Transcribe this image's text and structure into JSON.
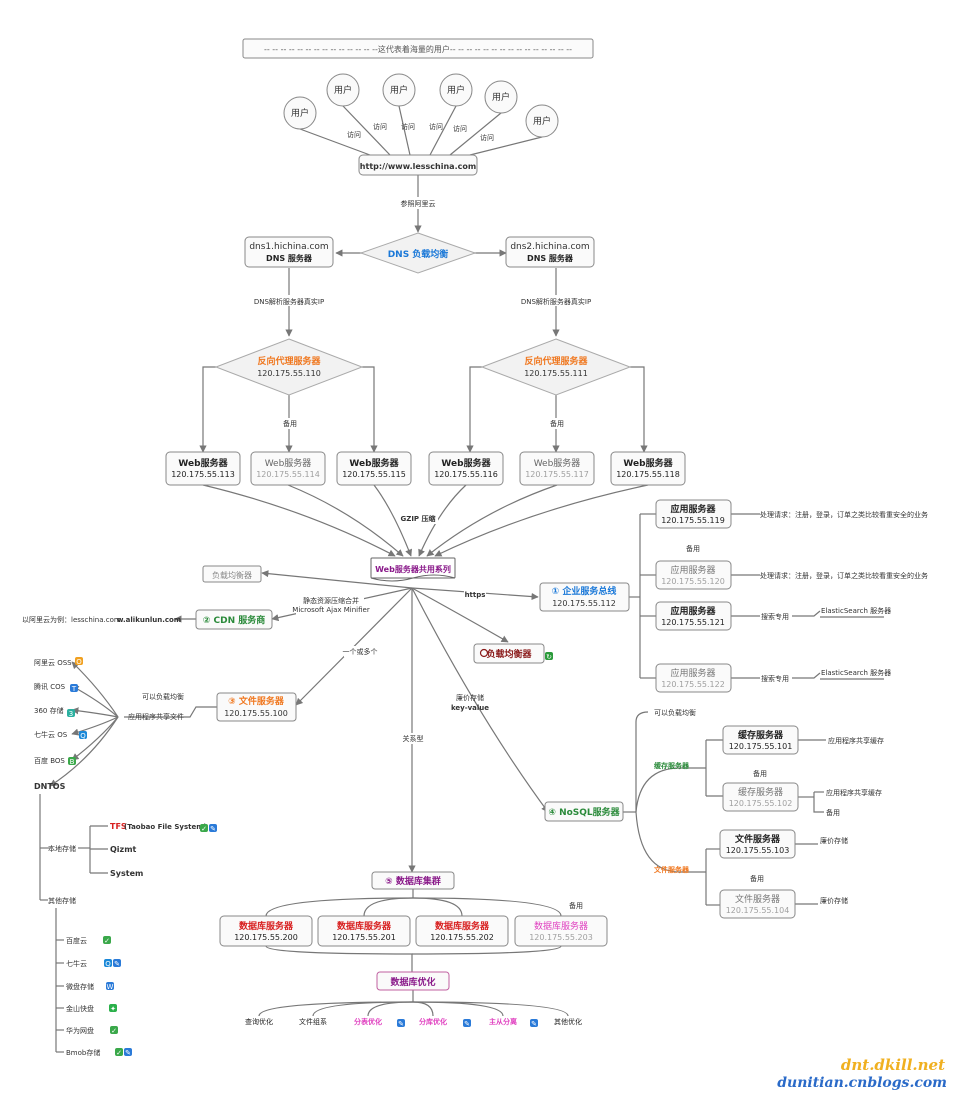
{
  "banner": "-- -- -- -- -- -- -- -- -- -- -- -- -- --这代表着海量的用户-- -- -- -- -- -- -- -- -- -- -- -- -- -- --",
  "user_label": "用户",
  "visit_label": "访问",
  "site_url": "http://www.lesschina.com",
  "aliyun_ref": "参照阿里云",
  "dns_lb": "DNS 负载均衡",
  "dns1": {
    "host": "dns1.hichina.com",
    "name": "DNS 服务器"
  },
  "dns2": {
    "host": "dns2.hichina.com",
    "name": "DNS 服务器"
  },
  "dns_resolve": "DNS解析服务器真实IP",
  "proxy_name": "反向代理服务器",
  "proxy1_ip": "120.175.55.110",
  "proxy2_ip": "120.175.55.111",
  "backup": "备用",
  "web_name": "Web服务器",
  "web_ips": [
    "120.175.55.113",
    "120.175.55.114",
    "120.175.55.115",
    "120.175.55.116",
    "120.175.55.117",
    "120.175.55.118"
  ],
  "gzip": "GZIP 压缩",
  "web_shared": "Web服务器共用系列",
  "lb_gray": "负载均衡器",
  "static_merge": "静态资源压缩合并",
  "ajax_min": "Microsoft Ajax Minifier",
  "cdn_example_pre": "以阿里云为例：lesschina.com.",
  "cdn_example_bold": "w.alikunlun.com",
  "cdn_name": "② CDN 服务商",
  "https": "https",
  "esb_name": "① 企业服务总线",
  "esb_ip": "120.175.55.112",
  "app_name": "应用服务器",
  "app_ips": [
    "120.175.55.119",
    "120.175.55.120",
    "120.175.55.121",
    "120.175.55.122"
  ],
  "app_note": "处理请求：注册，登录，订单之类比较看重安全的业务",
  "search_only": "搜索专用",
  "es_server": "ElasticSearch 服务器",
  "lb_red": "负载均衡器",
  "one_or_more": "一个或多个",
  "can_lb": "可以负载均衡",
  "app_share_files": "应用程序共享文件",
  "file_server_top": "③ 文件服务器",
  "file_server_top_ip": "120.175.55.100",
  "kv_store": "廉价存储",
  "kv_key": "key-value",
  "relational": "关系型",
  "nosql": "④ NoSQL服务器",
  "can_lb2": "可以负载均衡",
  "cache_group": "缓存服务器",
  "cache_name": "缓存服务器",
  "cache_ips": [
    "120.175.55.101",
    "120.175.55.102"
  ],
  "app_share_cache": "应用程序共享缓存",
  "file_group": "文件服务器",
  "file_name": "文件服务器",
  "file_ips": [
    "120.175.55.103",
    "120.175.55.104"
  ],
  "cheap_storage": "廉价存储",
  "storage_list": [
    "阿里云 OSS",
    "腾讯 COS",
    "360 存储",
    "七牛云 OS",
    "百度 BOS"
  ],
  "dntos": "DNTOS",
  "local_storage": "本地存储",
  "tfs": "TFS",
  "tfs_full": " (Taobao File System)",
  "qizmt": "Qizmt",
  "system": "System",
  "other_storage": "其他存储",
  "other_list": [
    "百度云",
    "七牛云",
    "微盘存储",
    "金山快盘",
    "华为网盘",
    "Bmob存储"
  ],
  "db_cluster": "⑤ 数据库集群",
  "db_name": "数据库服务器",
  "db_ips": [
    "120.175.55.200",
    "120.175.55.201",
    "120.175.55.202",
    "120.175.55.203"
  ],
  "db_opt": "数据库优化",
  "opt_items": [
    "查询优化",
    "文件组系",
    "分表优化",
    "分库优化",
    "主从分离",
    "其他优化"
  ],
  "wm1": "dnt.dkill.net",
  "wm2": "dunitian.cnblogs.com",
  "colors": {
    "line": "#777777",
    "box_border": "#888888",
    "orange": "#f07820",
    "blue": "#1a78d8",
    "purple": "#8a1a8a",
    "green": "#2a8a3a",
    "red": "#d82020",
    "darkred": "#8a1a1a",
    "pink": "#e040c0",
    "gray": "#a0a0a0"
  }
}
